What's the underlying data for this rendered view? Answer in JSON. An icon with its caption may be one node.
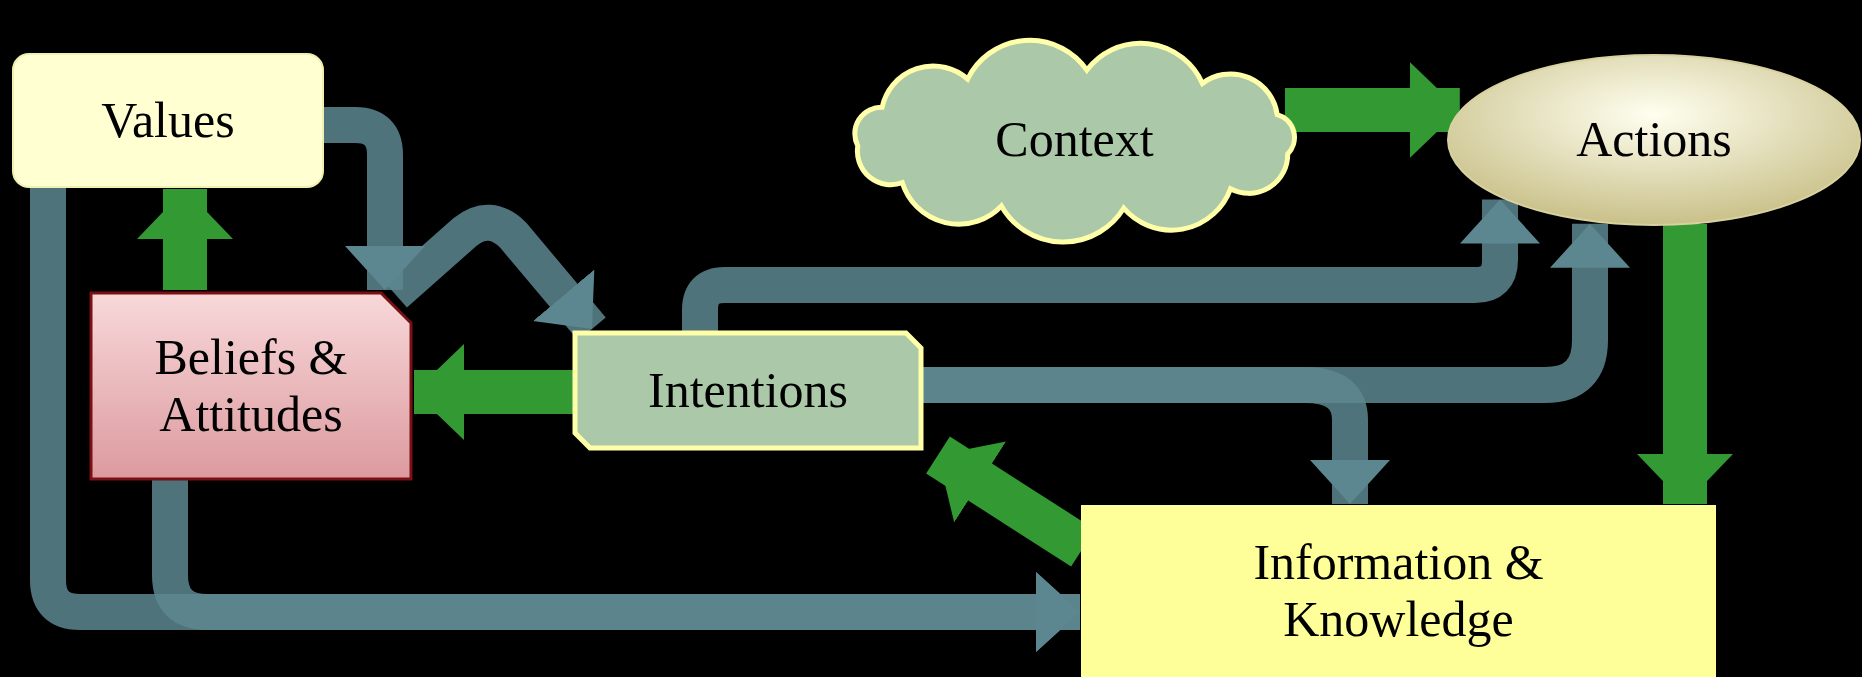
{
  "diagram": {
    "nodes": [
      {
        "text": [
          "Values"
        ]
      },
      {
        "text": [
          "Context"
        ]
      },
      {
        "text": [
          "Actions"
        ]
      },
      {
        "text": [
          "Beliefs & Attitudes"
        ]
      },
      {
        "text": [
          "Intentions"
        ]
      },
      {
        "text": [
          "Information & Knowledge"
        ]
      }
    ],
    "edges": [
      {
        "from": 0,
        "to": 3,
        "arrow": "to"
      },
      {
        "from": 3,
        "to": 0,
        "arrow": "to",
        "color": "#339933"
      },
      {
        "from": 3,
        "to": 4,
        "arrow": "to"
      },
      {
        "from": 4,
        "to": 3,
        "arrow": "to",
        "color": "#339933"
      },
      {
        "from": 4,
        "to": 2,
        "arrow": "to"
      },
      {
        "from": 1,
        "to": 2,
        "arrow": "to",
        "color": "#339933"
      },
      {
        "from": 4,
        "to": 2,
        "arrow": "to"
      },
      {
        "from": 4,
        "to": 5,
        "arrow": "to"
      },
      {
        "from": 2,
        "to": 5,
        "arrow": "to",
        "color": "#339933"
      },
      {
        "from": 5,
        "to": 4,
        "arrow": "to",
        "color": "#339933"
      },
      {
        "from": 0,
        "to": 5,
        "arrow": "to"
      },
      {
        "from": 3,
        "to": 5,
        "arrow": "to"
      }
    ]
  }
}
